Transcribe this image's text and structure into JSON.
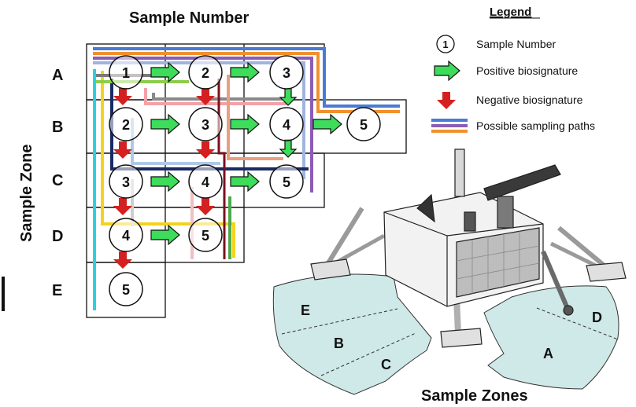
{
  "title": "Sample Number",
  "axis_label": "Sample Zone",
  "bottom_label": "Sample Zones",
  "rows": [
    {
      "zone": "A",
      "samples": [
        "1",
        "2",
        "3"
      ]
    },
    {
      "zone": "B",
      "samples": [
        "2",
        "3",
        "4",
        "5"
      ]
    },
    {
      "zone": "C",
      "samples": [
        "3",
        "4",
        "5"
      ]
    },
    {
      "zone": "D",
      "samples": [
        "4",
        "5"
      ]
    },
    {
      "zone": "E",
      "samples": [
        "5"
      ]
    }
  ],
  "legend": {
    "title": "Legend",
    "items": [
      {
        "label": "Sample Number",
        "symbol": "1"
      },
      {
        "label": "Positive biosignature"
      },
      {
        "label": "Negative biosignature"
      },
      {
        "label": "Possible sampling paths"
      }
    ]
  },
  "zone_letters": [
    "E",
    "B",
    "C",
    "A",
    "D"
  ],
  "colors": {
    "positive": "#3ddc5a",
    "negative": "#d42020",
    "path_blue": "#4a7bd4",
    "path_purple": "#8a5cb8",
    "path_orange": "#f0902e",
    "path_yellow": "#f5d21c",
    "path_cyan": "#2dd0e0",
    "path_dark_navy": "#1a2a66",
    "path_dark_red": "#7a1020",
    "path_pink": "#f4a0a8",
    "path_gray": "#8a8a8a",
    "path_lightgreen": "#8ccd4a",
    "zone_fill": "#cfe8e8"
  }
}
